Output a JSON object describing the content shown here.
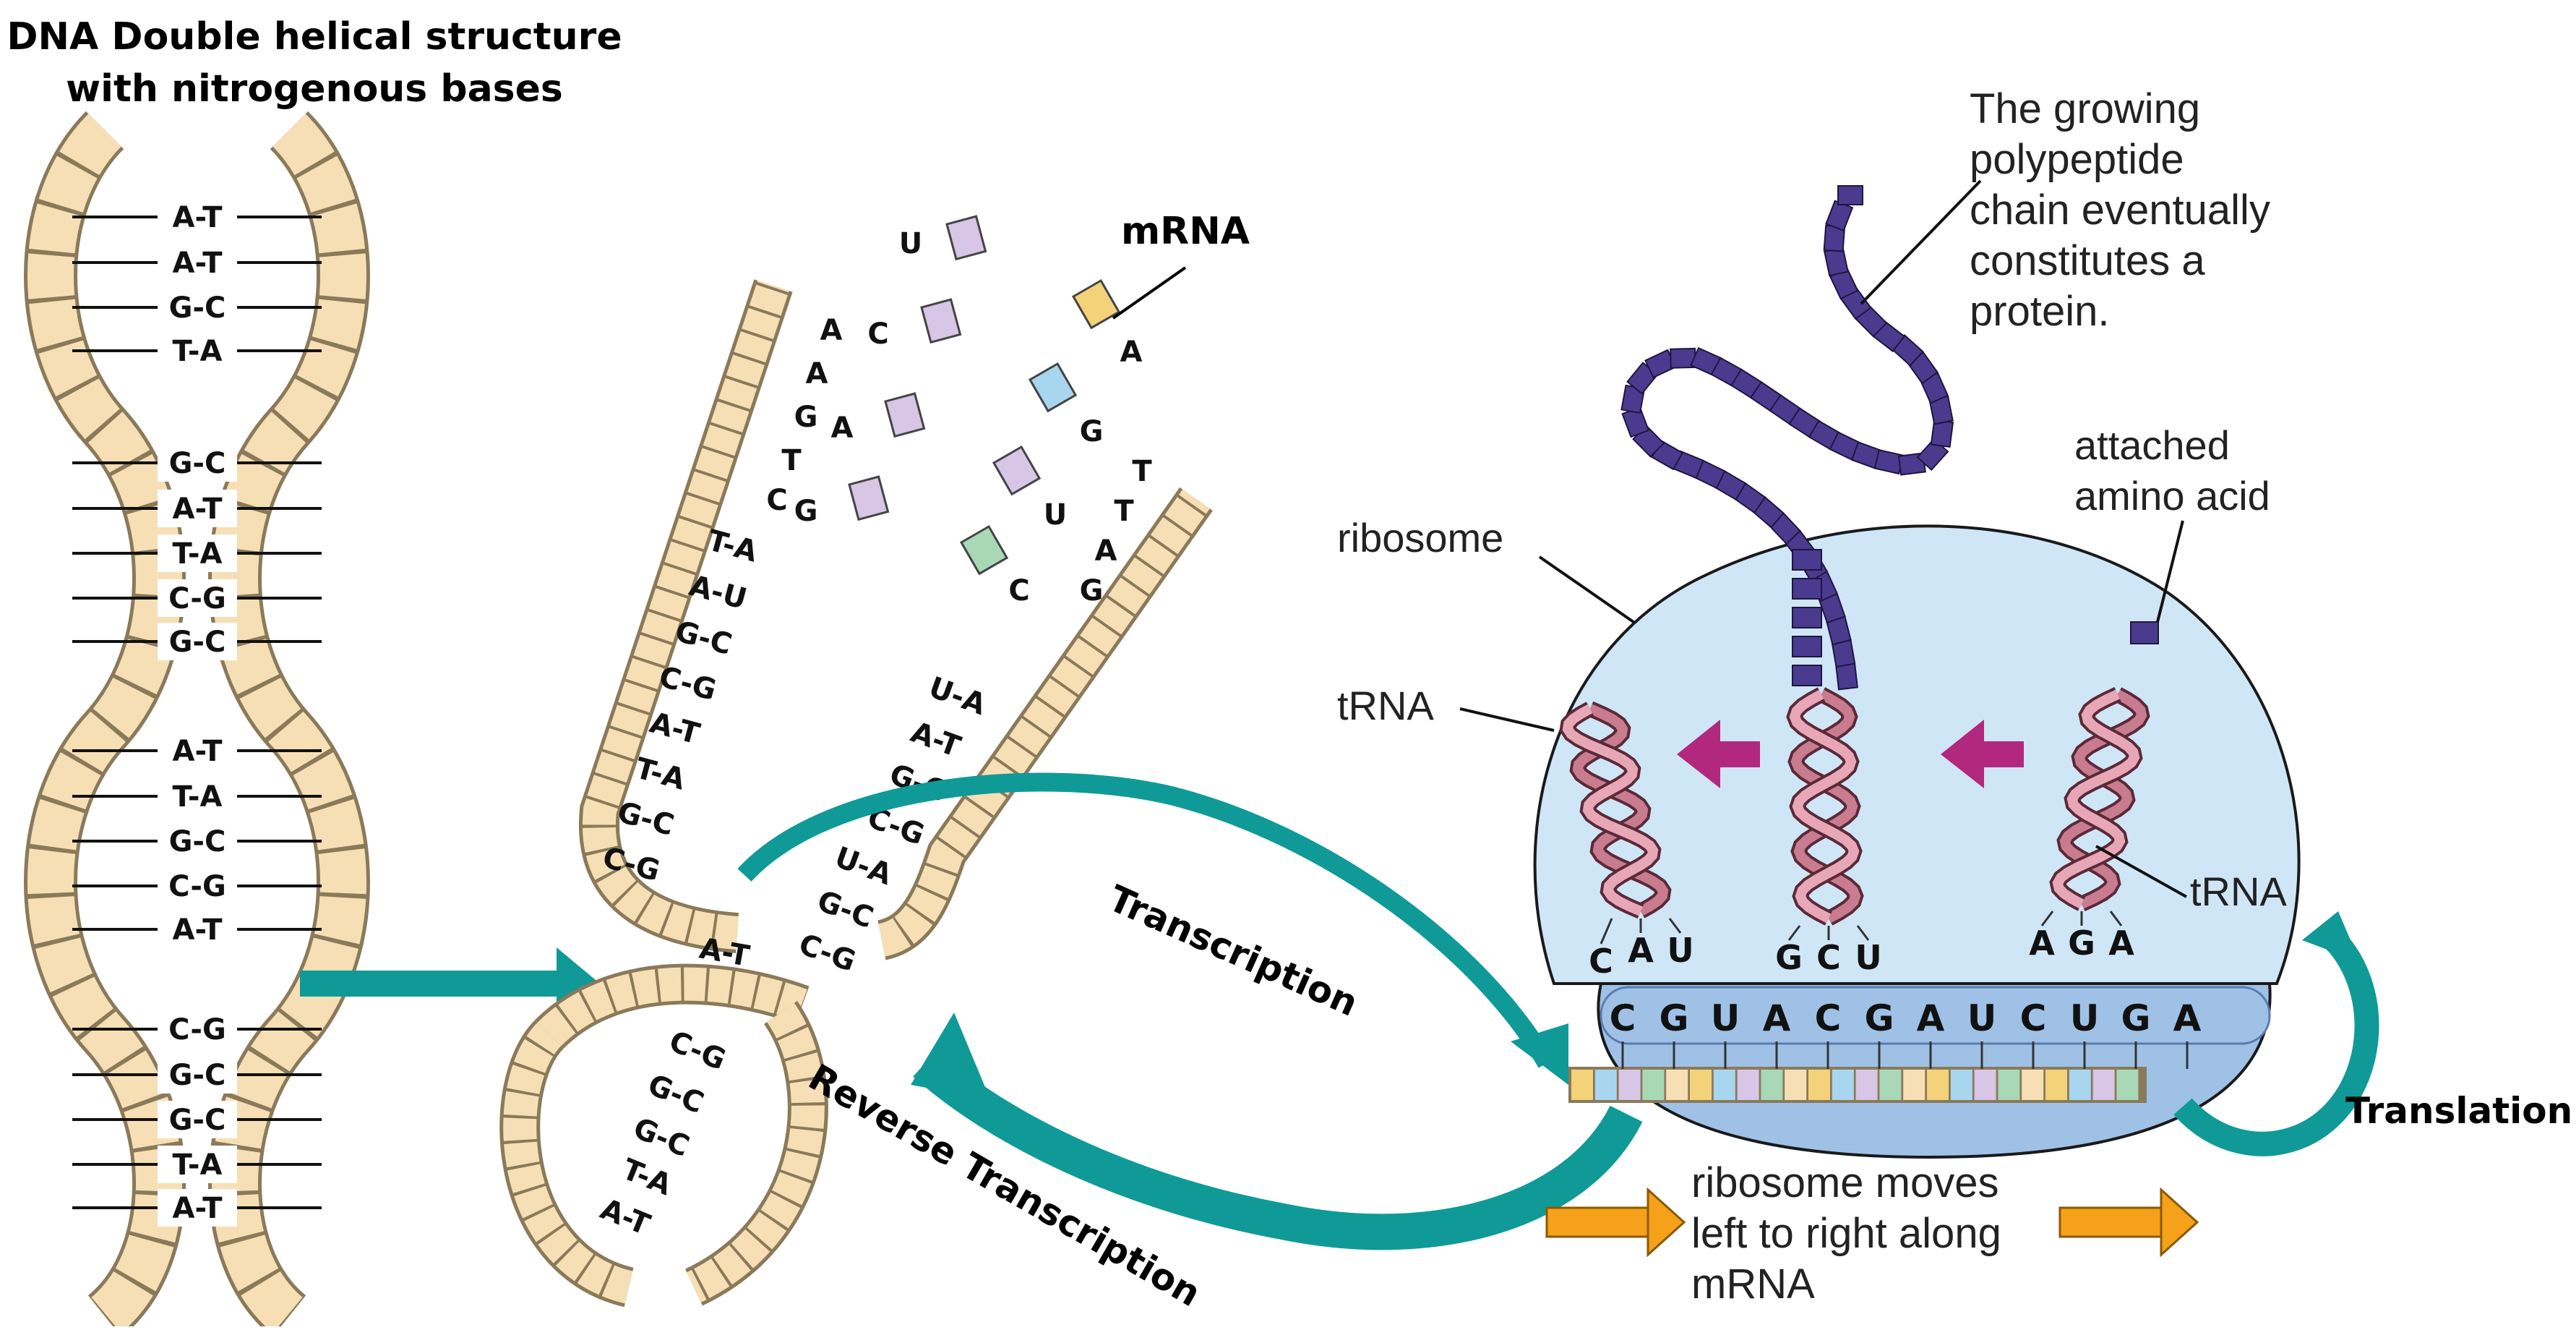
{
  "title": {
    "line1": "DNA Double helical structure",
    "line2": "with nitrogenous bases"
  },
  "labels": {
    "mrna": "mRNA",
    "transcription": "Transcription",
    "reverse_transcription": "Reverse Transcription",
    "translation": "Translation",
    "ribosome": "ribosome",
    "trna_left": "tRNA",
    "trna_right": "tRNA",
    "amino_acid_line1": "attached",
    "amino_acid_line2": "amino acid",
    "polypeptide_line1": "The growing",
    "polypeptide_line2": "polypeptide",
    "polypeptide_line3": "chain eventually",
    "polypeptide_line4": "constitutes a",
    "polypeptide_line5": "protein.",
    "moves_line1": "ribosome moves",
    "moves_line2": "left to right along",
    "moves_line3": "mRNA"
  },
  "dna_pairs": [
    "A-T",
    "A-T",
    "G-C",
    "T-A",
    "G-C",
    "A-T",
    "T-A",
    "C-G",
    "G-C",
    "A-T",
    "T-A",
    "G-C",
    "C-G",
    "A-T",
    "C-G",
    "G-C",
    "G-C",
    "T-A",
    "A-T"
  ],
  "unzip_left_pairs": [
    "T-A",
    "A-U",
    "G-C",
    "C-G",
    "A-T",
    "T-A",
    "G-C",
    "C-G"
  ],
  "unzip_right_pairs": [
    "U-A",
    "A-T",
    "G-C",
    "C-G",
    "U-A",
    "G-C",
    "C-G"
  ],
  "unzip_bottom_pairs": [
    "C-G",
    "G-C",
    "G-C",
    "T-A",
    "A-T"
  ],
  "unzip_junction_pair": "A-T",
  "free_bases_left": [
    "A",
    "A",
    "G",
    "T",
    "C"
  ],
  "free_rna_left": [
    "C",
    "A",
    "G"
  ],
  "free_rna_top": "U",
  "free_rna_right": [
    "A",
    "G",
    "U",
    "C"
  ],
  "free_bases_right": [
    "T",
    "T",
    "A",
    "G"
  ],
  "mrna_codons": [
    "C",
    "G",
    "U",
    "A",
    "C",
    "G",
    "A",
    "U",
    "C",
    "U",
    "G",
    "A"
  ],
  "anticodons": [
    [
      "C",
      "A",
      "U"
    ],
    [
      "G",
      "C",
      "U"
    ],
    [
      "A",
      "G",
      "A"
    ]
  ],
  "colors": {
    "teal": "#0f9a98",
    "orange": "#f5a11a",
    "magenta": "#b2287e",
    "ribosome_light": "#cfe6f7",
    "ribosome_dark": "#9fc1e6",
    "polypeptide": "#4a3b8f",
    "trna_pink": "#e8a7b6"
  }
}
